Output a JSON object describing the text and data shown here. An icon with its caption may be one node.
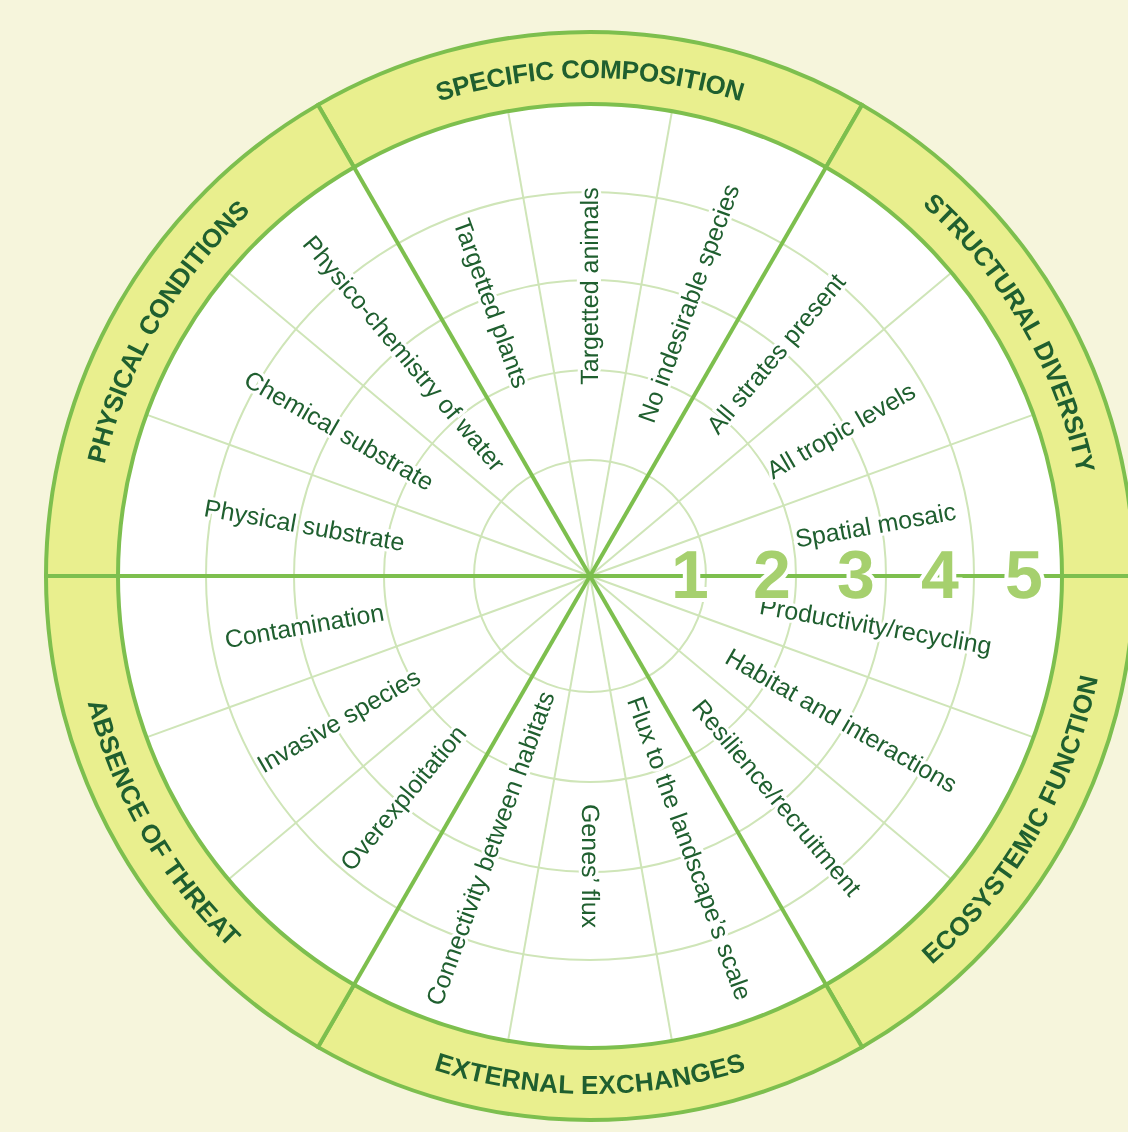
{
  "diagram": {
    "nodes": [
      {
        "text": [
          "SPECIFIC COMPOSITION"
        ]
      },
      {
        "text": [
          "Targetted plants"
        ]
      },
      {
        "text": [
          "Targetted animals"
        ]
      },
      {
        "text": [
          "No indesirable species"
        ]
      },
      {
        "text": [
          "STRUCTURAL DIVERSITY"
        ]
      },
      {
        "text": [
          "All strates present"
        ]
      },
      {
        "text": [
          "All tropic levels"
        ]
      },
      {
        "text": [
          "Spatial mosaic"
        ]
      },
      {
        "text": [
          "ECOSYSTEMIC FUNCTION"
        ]
      },
      {
        "text": [
          "Productivity/recycling"
        ]
      },
      {
        "text": [
          "Habitat and interactions"
        ]
      },
      {
        "text": [
          "Resilience/recruitment"
        ]
      },
      {
        "text": [
          "EXTERNAL EXCHANGES"
        ]
      },
      {
        "text": [
          "Flux to the landscape’s scale"
        ]
      },
      {
        "text": [
          "Genes’ flux"
        ]
      },
      {
        "text": [
          "Connectivity between habitats"
        ]
      },
      {
        "text": [
          "ABSENCE OF THREAT"
        ]
      },
      {
        "text": [
          "Contamination"
        ]
      },
      {
        "text": [
          "Invasive species"
        ]
      },
      {
        "text": [
          "Overexploitation"
        ]
      },
      {
        "text": [
          "PHYSICAL CONDITIONS"
        ]
      },
      {
        "text": [
          "Physical substrate"
        ]
      },
      {
        "text": [
          "Chemical substrate"
        ]
      },
      {
        "text": [
          "Physico-chemistry of water"
        ]
      }
    ],
    "labels": [
      "1",
      "2",
      "3",
      "4",
      "5"
    ]
  }
}
